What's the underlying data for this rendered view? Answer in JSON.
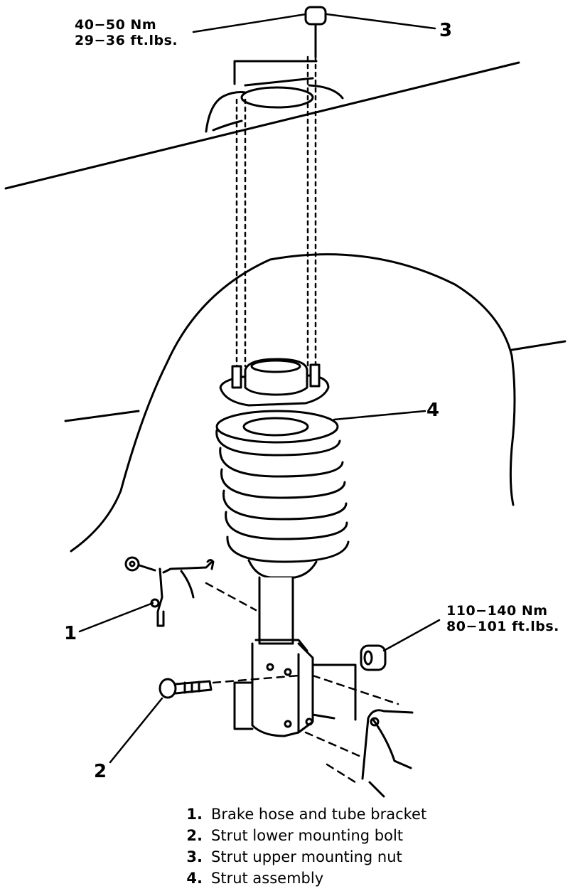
{
  "torque_top": {
    "line1": "40−50  Nm",
    "line2": "29−36  ft.lbs."
  },
  "torque_bottom": {
    "line1": "110−140  Nm",
    "line2": "80−101  ft.lbs."
  },
  "callouts": {
    "c1": "1",
    "c2": "2",
    "c3": "3",
    "c4": "4"
  },
  "legend": [
    {
      "num": "1.",
      "text": "Brake hose and tube bracket"
    },
    {
      "num": "2.",
      "text": "Strut lower mounting bolt"
    },
    {
      "num": "3.",
      "text": "Strut upper mounting nut"
    },
    {
      "num": "4.",
      "text": "Strut assembly"
    }
  ]
}
